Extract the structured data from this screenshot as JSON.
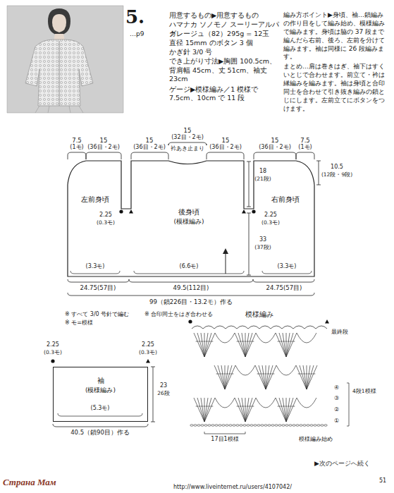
{
  "diagram": {
    "nodes": [
      {
        "text": [
          "左前身頃"
        ]
      },
      {
        "text": [
          "後身頃",
          "(模様編み)"
        ]
      },
      {
        "text": [
          "右前身頃"
        ]
      },
      {
        "text": [
          "袖",
          "(模様編み)"
        ]
      }
    ],
    "labels": [
      "5.",
      "…p9",
      "用意するもの▶用意するもの",
      "ハマナカ ソノモノ スーリーアルパカ",
      "グレージュ（82）295g = 12玉",
      "直径 15mm のボタン 3 個",
      "かぎ針 3/0 号",
      "でき上がり寸法▶胸囲 100.5cm、背肩幅 45cm、丈 51cm、袖丈 23cm",
      "ゲージ▶模様編み／1 模様で 7.5cm、10cm で 11 段",
      "編み方ポイント▶身頃、袖…鎖編みの作り目をして編み始め、模様編みで編みます。身頃は脇の 37 段まで編んだら右前、後ろ、左前を分けて編みます。袖は同様に 26 段編みます。",
      "まとめ…肩は巻きはぎ、袖下はすくいとじで合わせます。前立て・衿は縁編みを編みます。袖は身頃と合印同士を合わせて引き抜き編みの鎖とじにします。左前立てにボタンをつけます。",
      "7.5",
      "(1モ)",
      "15",
      "(36目・2モ)",
      "15",
      "(36目・2モ)",
      "15",
      "(32目・2モ)",
      "衿あき止まり",
      "15",
      "(36目・2モ)",
      "15",
      "(36目・2モ)",
      "7.5",
      "(1モ)",
      "10.5",
      "(12段・9段)",
      "18",
      "(21段)",
      "33",
      "(37段)",
      "2.25",
      "(0.3モ)",
      "2.25",
      "(0.3モ)",
      "(3.3モ)",
      "(6.6モ)",
      "(3.3モ)",
      "24.75(57目)",
      "49.5(112目)",
      "24.75(57目)",
      "99（鎖226目・13.2モ）作る",
      "※ すべて 3/0 号針で編む",
      "※ 合印同士をはぎ合わせる",
      "※ モ=模様",
      "2.25",
      "(0.3モ)",
      "2.25",
      "(0.3モ)",
      "(5.3モ)",
      "23",
      "26段",
      "40.5（鎖90目）作る",
      "模様編み",
      "最終段",
      "④",
      "③",
      "②",
      "①",
      "4段1模様",
      "17目1模様",
      "模様編み始め",
      "▶次のページへ続く",
      "51",
      "Страна Мам",
      "http://www.liveinternet.ru/users/4107042/"
    ]
  }
}
